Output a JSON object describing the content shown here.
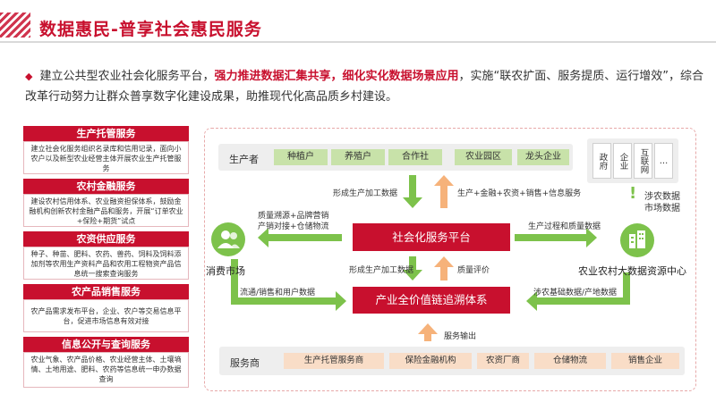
{
  "header": {
    "title": "数据惠民-普享社会惠民服务"
  },
  "intro": {
    "part1": "建立公共型农业社会化服务平台，",
    "highlight1": "强力推进数据汇集共享，",
    "highlight2": "细化实化数据场景应用",
    "part2": "，实施“联农扩面、服务提质、运行增效”，综合改革行动努力让群众普享数字化建设成果，助推现代化高品质乡村建设。"
  },
  "panels": [
    {
      "title": "生产托管服务",
      "body": "建立社会化服务组织名录库和信用记录，面向小农户以及新型农业经营主体开展农业生产托管服务"
    },
    {
      "title": "农村金融服务",
      "body": "建设农村信用体系、农业融资担保体系，鼓励金融机构创新农村金融产品和服务，开展“订单农业+保险+期货”试点"
    },
    {
      "title": "农资供应服务",
      "body": "种子、种苗、肥料、农药、兽药、饲料及饲料添加剂等农用生产资料产品和农用工程物资产品信息统一搜索查询服务"
    },
    {
      "title": "农产品销售服务",
      "body": "农产品需求发布平台，企业、农户等交易信息平台，促进市场信息有效对接"
    },
    {
      "title": "信息公开与查询服务",
      "body": "农业气象、农产品价格、农业经营主体、土壤墒情、土地用途、肥料、农药等信息统一申办数据查询"
    }
  ],
  "diagram": {
    "producer_label": "生产者",
    "producers": [
      "种植户",
      "养殖户",
      "合作社",
      "农业园区",
      "龙头企业"
    ],
    "gov_cells": [
      "政府",
      "企业",
      "互联网",
      "…"
    ],
    "exclaim": "!",
    "agri_data_label": "涉农数据\n市场数据",
    "platform": "社会化服务平台",
    "traceability": "产业全价值链追溯体系",
    "consumer_market": "消费市场",
    "bigdata_center": "农业农村大数据资源中心",
    "lbl_form_data_top": "形成生产加工数据",
    "lbl_production_plus": "生产+金融+农资+销售+信息服务",
    "lbl_quality_trace": "质量溯源+品牌营销\n产销对接+仓储物流",
    "lbl_process_quality": "生产过程和质量数据",
    "lbl_form_data_mid": "形成生产加工数据",
    "lbl_quality_eval": "质量评价",
    "lbl_circulation": "流通/销售和用户数据",
    "lbl_basic_data": "涉农基础数据/产地数据",
    "lbl_service_output": "服务输出",
    "provider_label": "服务商",
    "providers": [
      "生产托管服务商",
      "保险金融机构",
      "农资厂商",
      "仓储物流",
      "销售企业"
    ]
  },
  "colors": {
    "brand_red": "#c8102e",
    "green_arrow": "#7dc24b",
    "orange_arrow": "#f6b27a",
    "green_chip": "#c8e2a9",
    "orange_chip": "#f9ddc7"
  }
}
